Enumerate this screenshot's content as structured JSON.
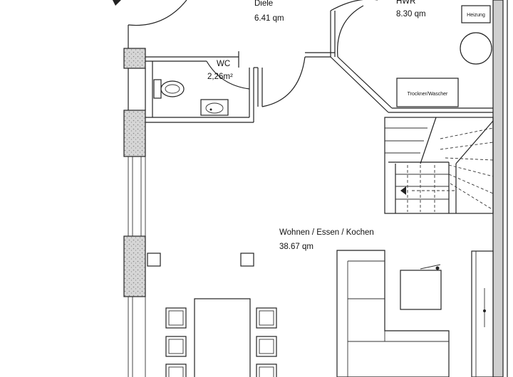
{
  "rooms": {
    "diele": {
      "name": "Diele",
      "area": "6.41 qm"
    },
    "hwr": {
      "name": "HWR",
      "area": "8.30 qm"
    },
    "wc": {
      "name": "WC",
      "area": "2,26m²"
    },
    "wohnen": {
      "name": "Wohnen / Essen / Kochen",
      "area": "38.67 qm"
    }
  },
  "fixtures": {
    "heizung": "Heizung",
    "trockner_waescher": "Trockner/Wascher"
  },
  "colors": {
    "wall_fill": "#cfcfcf",
    "line": "#222222",
    "background": "#ffffff"
  }
}
